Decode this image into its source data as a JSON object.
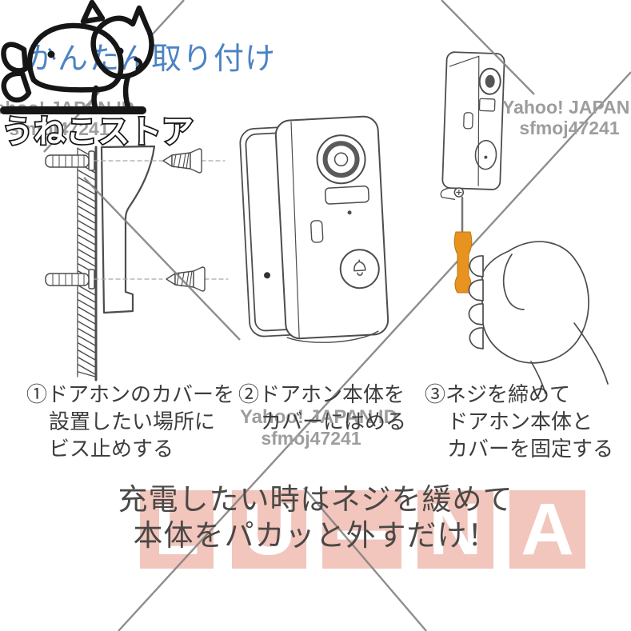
{
  "title": {
    "text": "かんたん取り付け",
    "color": "#4c83c3"
  },
  "logo": {
    "store_name": "うねこストア",
    "icon": "rabbit-and-cat-logo"
  },
  "watermarks": {
    "yahoo_line1": "Yahoo! JAPAN ID",
    "yahoo_line2": "sfmoj47241",
    "text_color": "#9d9d9d",
    "luna": {
      "letters": [
        "L",
        "U",
        "-",
        "N",
        "A"
      ],
      "block_color": "#f2c6bd",
      "letter_color": "#ffffff"
    }
  },
  "steps": [
    {
      "number": "①",
      "lines": [
        "ドアホンのカバーを",
        "設置したい場所に",
        "ビス止めする"
      ]
    },
    {
      "number": "②",
      "lines": [
        "ドアホン本体を",
        "カバーにはめる"
      ]
    },
    {
      "number": "③",
      "lines": [
        "ネジを締めて",
        "ドアホン本体と",
        "カバーを固定する"
      ]
    }
  ],
  "footer": {
    "line1": "充電したい時はネジを緩めて",
    "line2": "本体をパカッと外すだけ！",
    "color": "#4b4846"
  },
  "illustration": {
    "screwdriver_color": "#e8921f",
    "line_color": "#4d4d4d",
    "items": [
      "wall-with-anchors-and-screws",
      "doorbell-in-cover",
      "hand-tightening-screw"
    ]
  }
}
